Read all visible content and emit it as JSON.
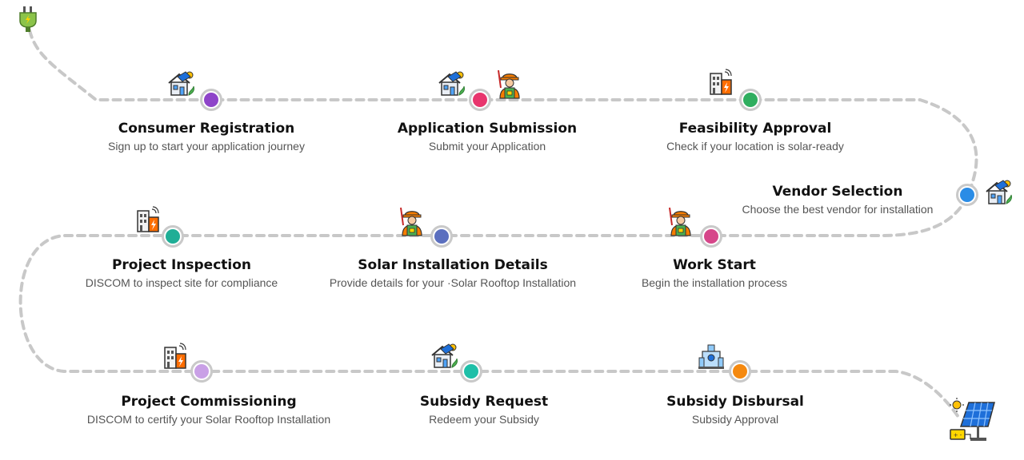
{
  "steps": [
    {
      "id": "consumer-registration",
      "title": "Consumer Registration",
      "desc": "Sign up to start your application journey",
      "color": "#8e44c9",
      "icon": "house-solar-icon"
    },
    {
      "id": "application-submission",
      "title": "Application Submission",
      "desc": "Submit your Application",
      "color": "#e8356d",
      "icon": "house-and-worker-icon"
    },
    {
      "id": "feasibility-approval",
      "title": "Feasibility Approval",
      "desc": "Check if your location is solar-ready",
      "color": "#2fae5f",
      "icon": "building-energy-icon"
    },
    {
      "id": "vendor-selection",
      "title": "Vendor Selection",
      "desc": "Choose the best vendor for installation",
      "color": "#2a8ce6",
      "icon": "house-solar-icon"
    },
    {
      "id": "work-start",
      "title": "Work Start",
      "desc": "Begin the installation process",
      "color": "#d6468a",
      "icon": "worker-icon"
    },
    {
      "id": "solar-installation-details",
      "title": "Solar Installation Details",
      "desc": "Provide details for your ·Solar Rooftop Installation",
      "color": "#5b6fbf",
      "icon": "worker-icon"
    },
    {
      "id": "project-inspection",
      "title": "Project Inspection",
      "desc": "DISCOM to inspect site for compliance",
      "color": "#1fae96",
      "icon": "building-energy-icon"
    },
    {
      "id": "project-commissioning",
      "title": "Project Commissioning",
      "desc": "DISCOM to certify your Solar Rooftop Installation",
      "color": "#c9a0e6",
      "icon": "building-energy-icon"
    },
    {
      "id": "subsidy-request",
      "title": "Subsidy Request",
      "desc": "Redeem your Subsidy",
      "color": "#1fbfa8",
      "icon": "house-solar-icon"
    },
    {
      "id": "subsidy-disbursal",
      "title": "Subsidy Disbursal",
      "desc": "Subsidy Approval",
      "color": "#f5890f",
      "icon": "bank-building-icon"
    }
  ],
  "start_icon": "plug-icon",
  "end_icon": "solar-panel-icon",
  "path_color": "#c8c8c8"
}
